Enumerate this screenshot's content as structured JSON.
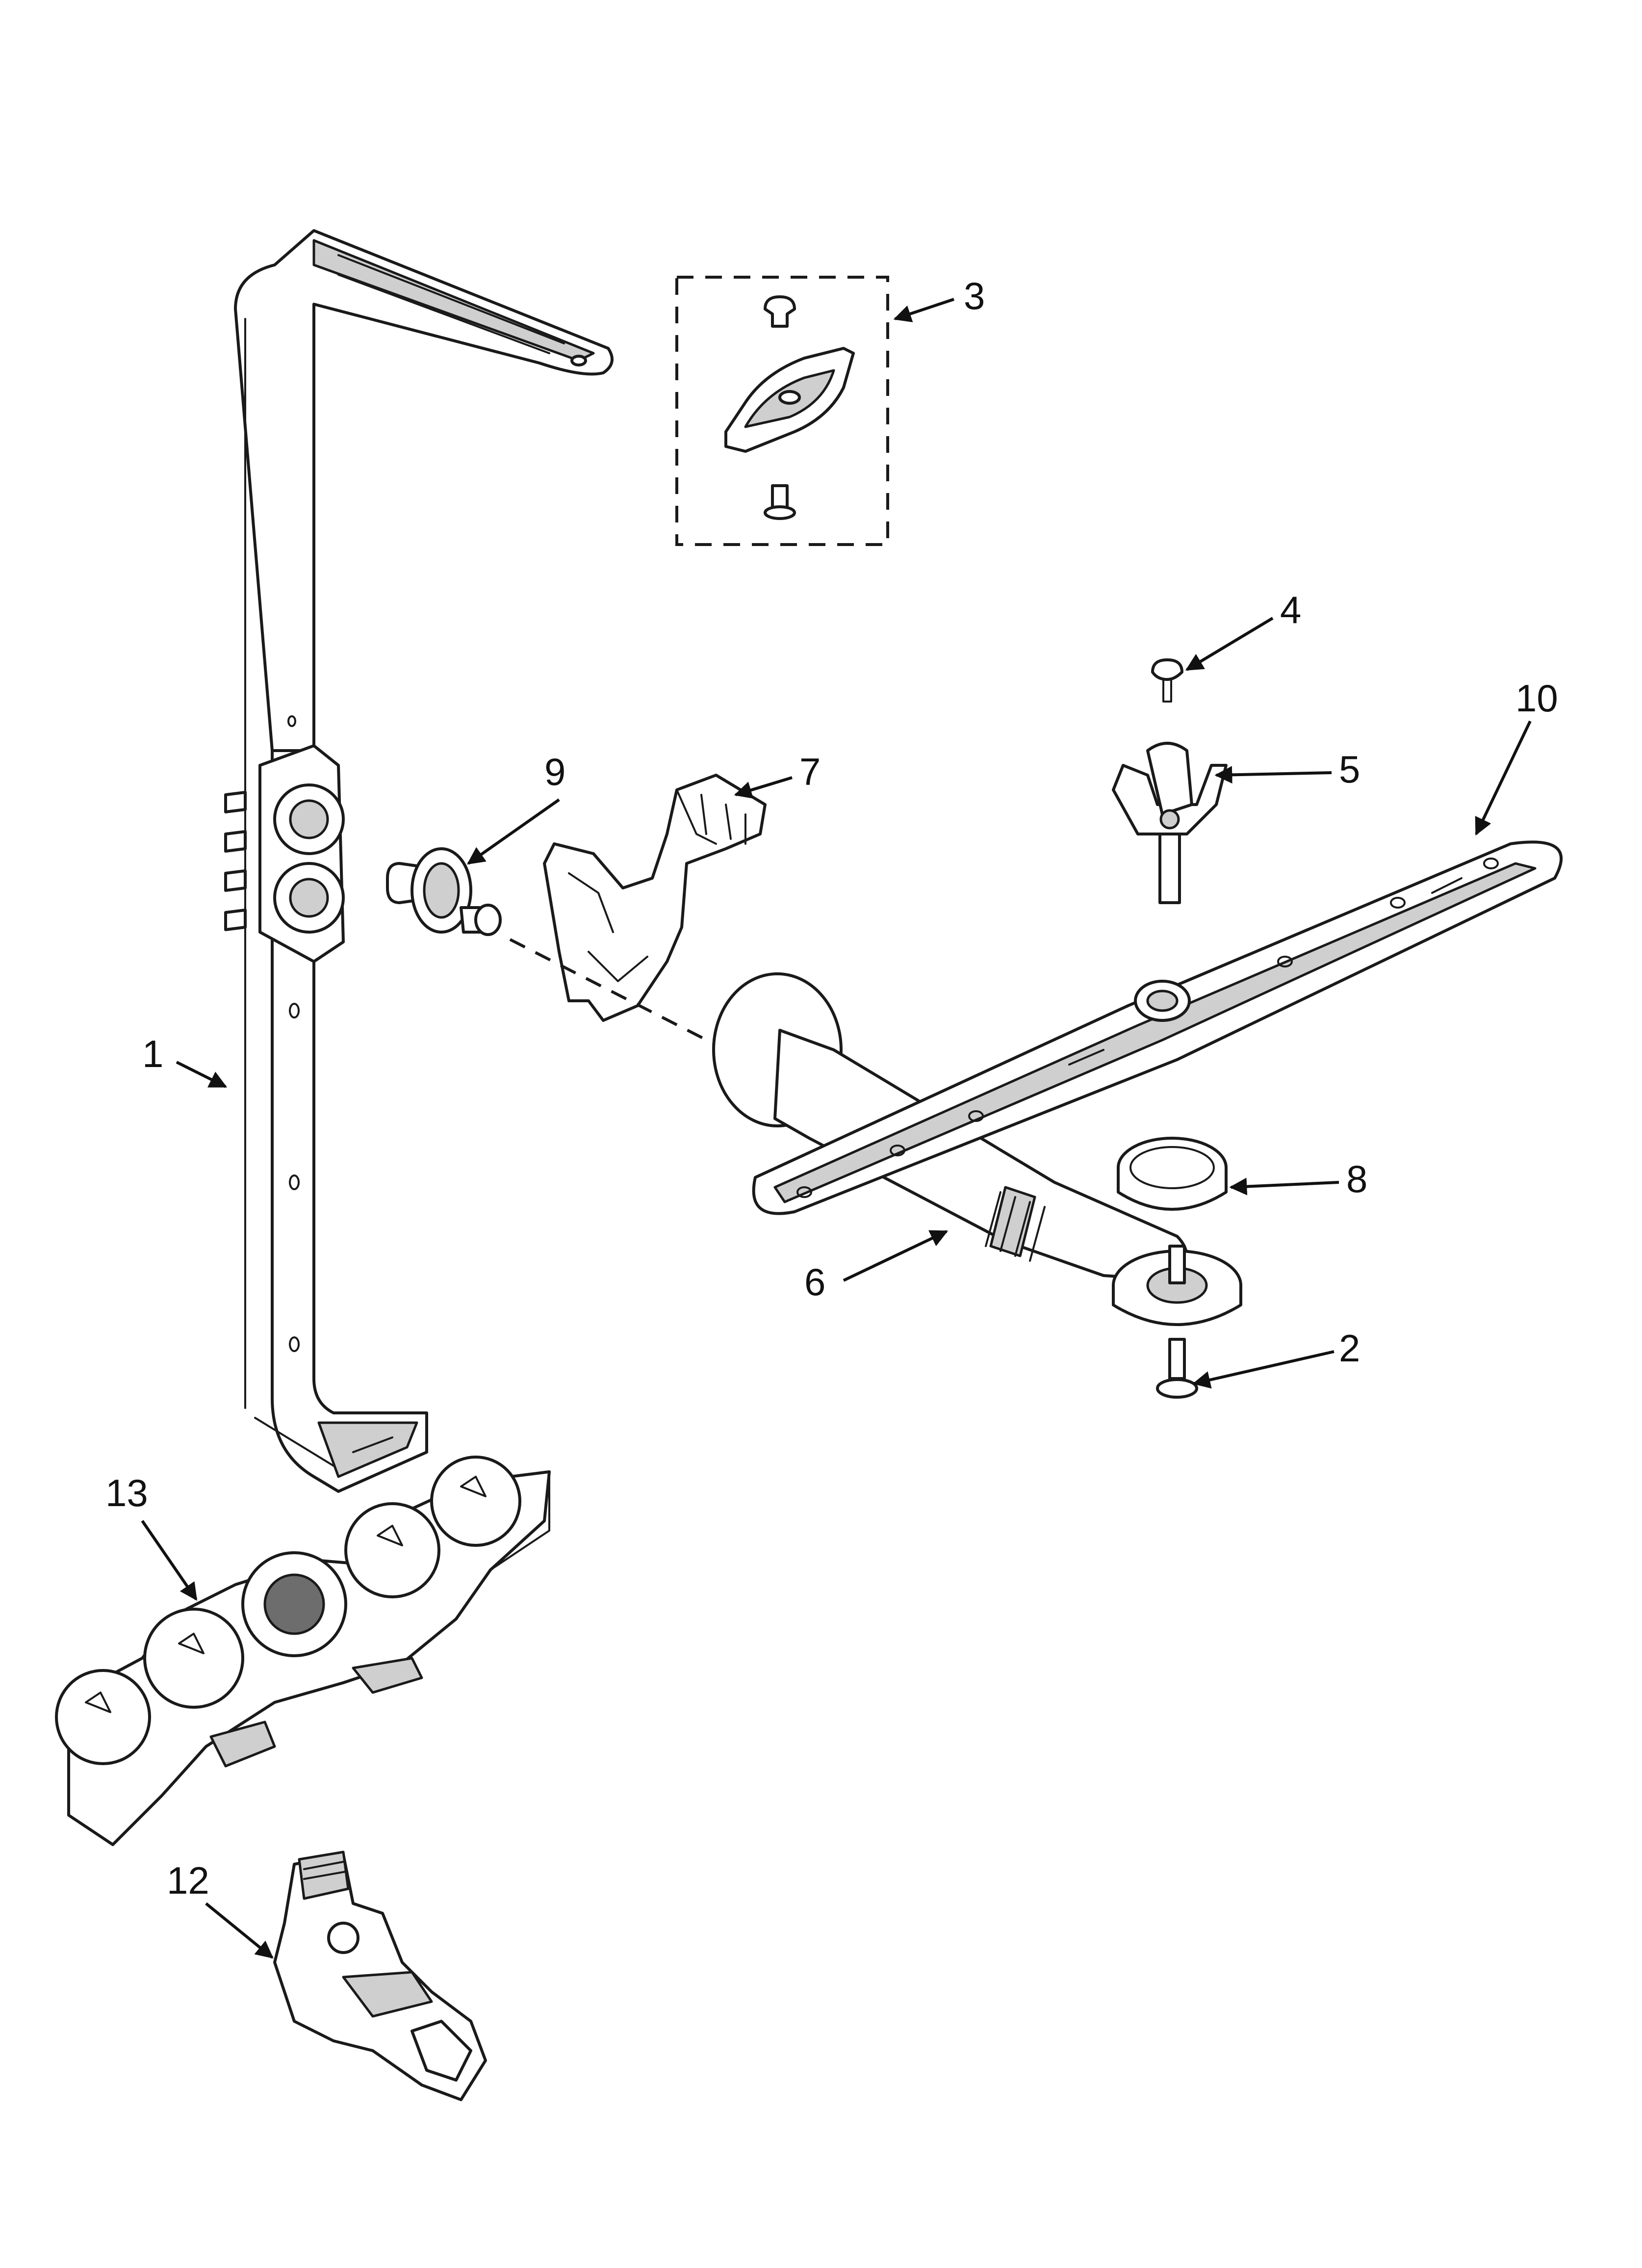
{
  "callouts": [
    {
      "id": "1",
      "label": "1"
    },
    {
      "id": "2",
      "label": "2"
    },
    {
      "id": "3",
      "label": "3"
    },
    {
      "id": "4",
      "label": "4"
    },
    {
      "id": "5",
      "label": "5"
    },
    {
      "id": "6",
      "label": "6"
    },
    {
      "id": "7",
      "label": "7"
    },
    {
      "id": "8",
      "label": "8"
    },
    {
      "id": "9",
      "label": "9"
    },
    {
      "id": "10",
      "label": "10"
    },
    {
      "id": "12",
      "label": "12"
    },
    {
      "id": "13",
      "label": "13"
    }
  ],
  "colors": {
    "line": "#1a1a1a",
    "shade": "#cfcfcf",
    "dark": "#6d6d6d",
    "background": "#ffffff"
  }
}
